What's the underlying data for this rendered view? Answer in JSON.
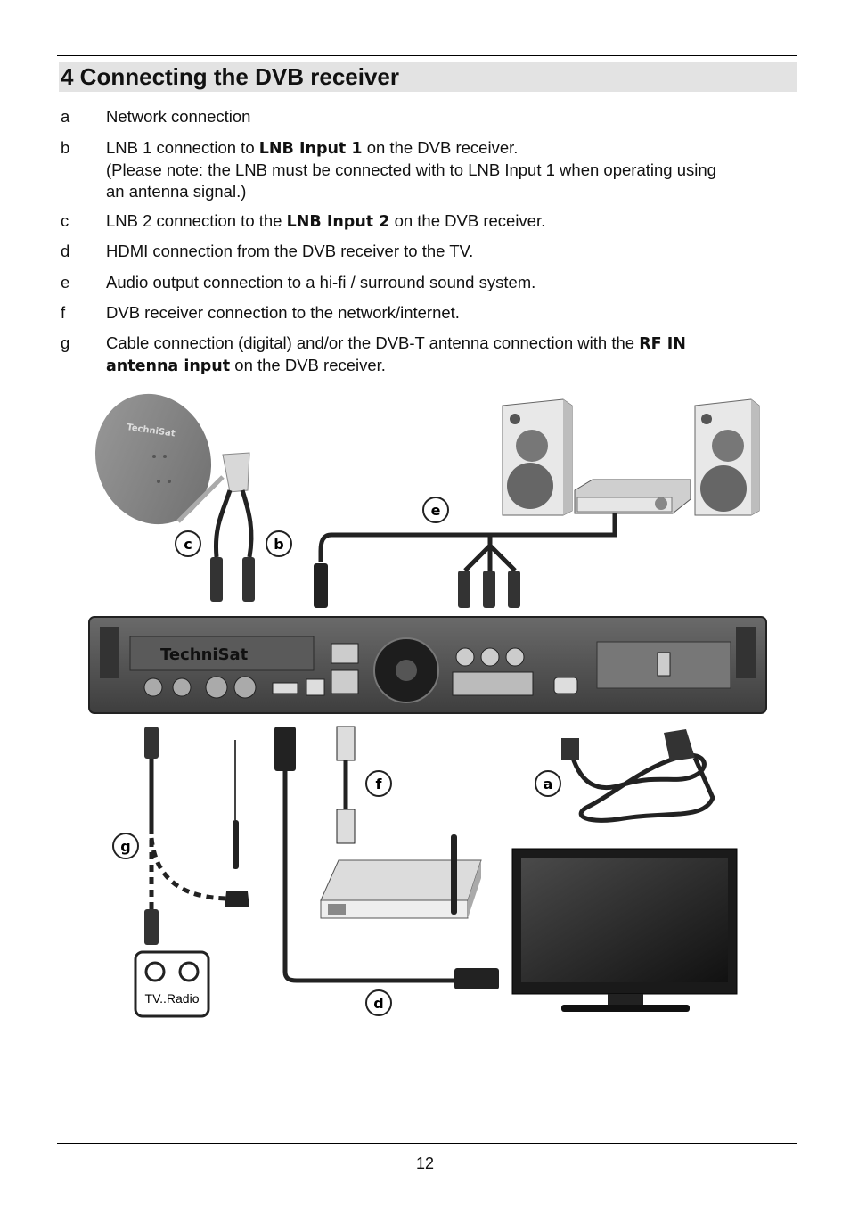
{
  "heading": "4 Connecting the DVB receiver",
  "items": [
    {
      "letter": "a",
      "pre": "Network connection",
      "bold": "",
      "post": "",
      "line2": "",
      "line3": ""
    },
    {
      "letter": "b",
      "pre": "LNB 1 connection to ",
      "bold": "LNB Input 1",
      "post": " on the DVB receiver.",
      "line2": "(Please note: the LNB must be connected with to LNB Input 1 when operating using",
      "line3": "an antenna signal.)"
    },
    {
      "letter": "c",
      "pre": "LNB 2 connection to the ",
      "bold": "LNB Input 2",
      "post": " on the DVB receiver.",
      "line2": "",
      "line3": ""
    },
    {
      "letter": "d",
      "pre": "HDMI connection from the DVB receiver to the TV.",
      "bold": "",
      "post": "",
      "line2": "",
      "line3": ""
    },
    {
      "letter": "e",
      "pre": "Audio output connection to a hi-fi / surround sound system.",
      "bold": "",
      "post": "",
      "line2": "",
      "line3": ""
    },
    {
      "letter": "f",
      "pre": "DVB receiver connection to the network/internet.",
      "bold": "",
      "post": "",
      "line2": "",
      "line3": ""
    },
    {
      "letter": "g",
      "pre": "Cable connection (digital) and/or the DVB-T antenna connection with the ",
      "bold": "RF IN",
      "post": "",
      "line2_bold": "antenna input",
      "line2_post": " on the DVB receiver."
    }
  ],
  "diagram": {
    "callouts": [
      "a",
      "b",
      "c",
      "d",
      "e",
      "f",
      "g"
    ],
    "dish_logo": "TechniSat",
    "receiver_logo": "TechniSat",
    "wall_socket_label": "TV..Radio"
  },
  "page_number": "12"
}
